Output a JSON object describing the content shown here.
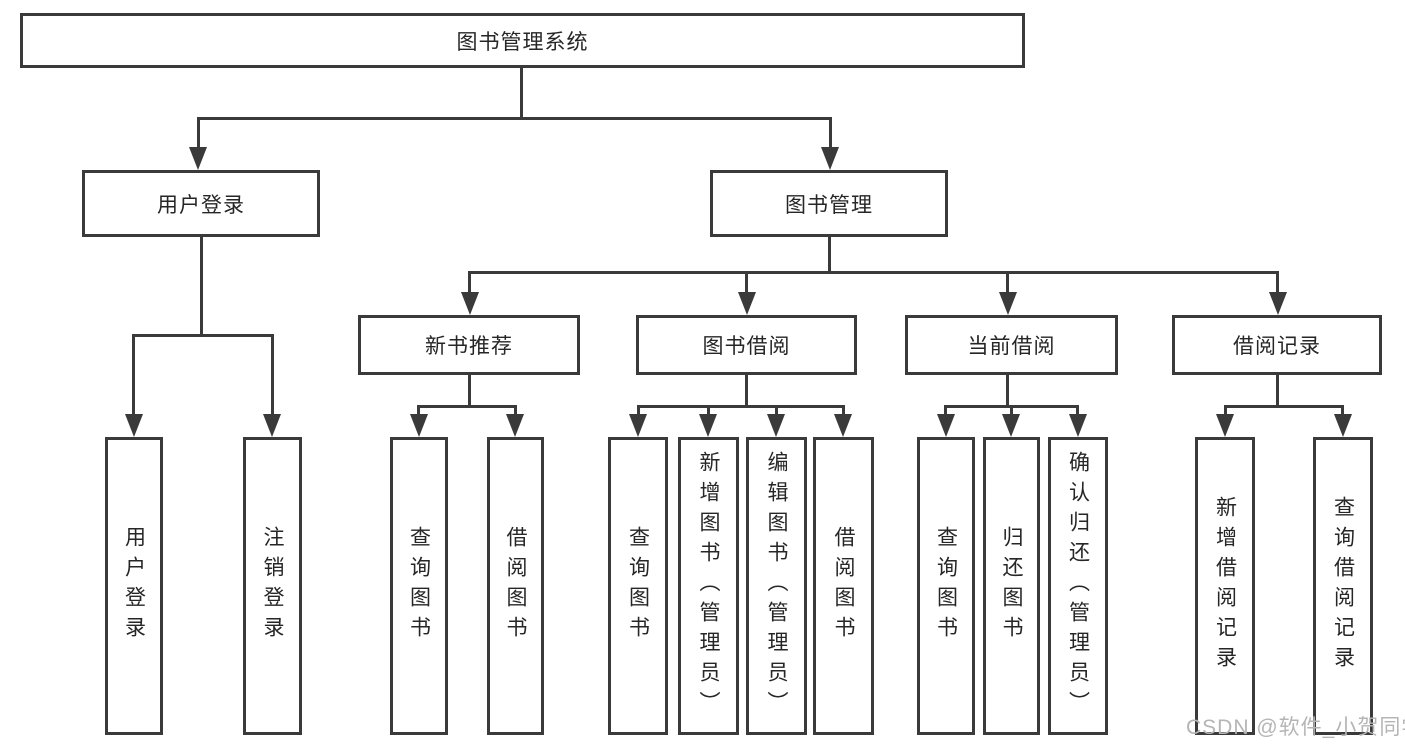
{
  "diagram": {
    "root": {
      "label": "图书管理系统"
    },
    "level1": [
      {
        "label": "用户登录"
      },
      {
        "label": "图书管理"
      }
    ],
    "level2": [
      {
        "label": "新书推荐"
      },
      {
        "label": "图书借阅"
      },
      {
        "label": "当前借阅"
      },
      {
        "label": "借阅记录"
      }
    ],
    "leaves": {
      "user": [
        "用户登录",
        "注销登录"
      ],
      "recommend": [
        "查询图书",
        "借阅图书"
      ],
      "borrow": [
        "查询图书",
        "新增图书（管理员）",
        "编辑图书（管理员）",
        "借阅图书"
      ],
      "current": [
        "查询图书",
        "归还图书",
        "确认归还（管理员）"
      ],
      "records": [
        "新增借阅记录",
        "查询借阅记录"
      ]
    }
  },
  "watermark": {
    "text": "CSDN @软件_小贺同学"
  },
  "colors": {
    "line": "#3a3a3a",
    "text": "#262626",
    "watermark": "#b5b5b5",
    "background": "#ffffff"
  }
}
